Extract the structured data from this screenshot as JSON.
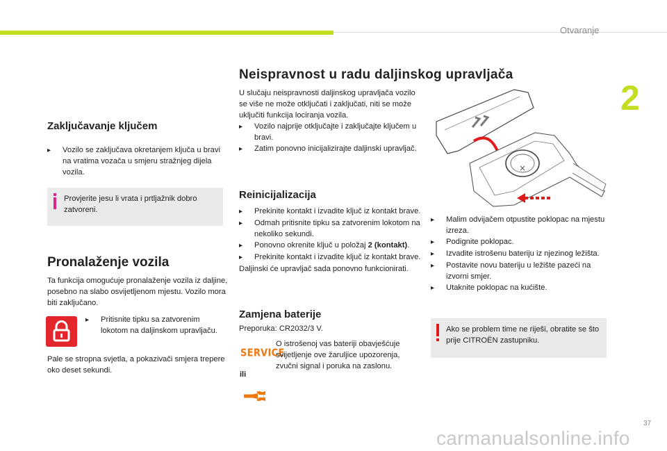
{
  "header": {
    "chapter_name": "Otvaranje",
    "chapter_number": "2"
  },
  "footer": {
    "page_number": "37",
    "watermark": "carmanualsonline.info"
  },
  "colors": {
    "accent": "#c5dd20",
    "info": "#e2228b",
    "warning": "#e01a1a",
    "lock_icon_bg": "#e3262c",
    "service": "#ee7a0f"
  },
  "left": {
    "lock_title": "Zaključavanje ključem",
    "lock_bullet": "Vozilo se zaključava okretanjem ključa u bravi na vratima vozača u smjeru stražnjeg dijela vozila.",
    "info_text": "Provjerite jesu li vrata i prtljažnik dobro zatvoreni.",
    "find_title": "Pronalaženje vozila",
    "find_text": "Ta funkcija omogućuje pronalaženje vozila iz daljine, posebno na slabo osvijetljenom mjestu. Vozilo mora biti zaključano.",
    "find_bullet": "Pritisnite tipku sa zatvorenim lokotom na daljinskom upravljaču.",
    "find_after": "Pale se stropna svjetla, a pokazivači smjera trepere oko deset sekundi."
  },
  "middle": {
    "main_title": "Neispravnost u radu daljinskog upravljača",
    "intro": "U slučaju neispravnosti daljinskog upravljača vozilo se više ne može otključati i zaključati, niti se može uključiti funkcija lociranja vozila.",
    "intro_bullets": [
      "Vozilo najprije otključajte i zaključajte ključem u bravi.",
      "Zatim ponovno inicijalizirajte daljinski upravljač."
    ],
    "reinit_title": "Reinicijalizacija",
    "reinit_b1": "Prekinite kontakt i izvadite ključ iz kontakt brave.",
    "reinit_b2": "Odmah pritisnite tipku sa zatvorenim lokotom na nekoliko sekundi.",
    "reinit_b3_pre": "Ponovno okrenite ključ u položaj ",
    "reinit_b3_bold": "2 (kontakt)",
    "reinit_b3_post": ".",
    "reinit_b4": "Prekinite kontakt i izvadite ključ iz kontakt brave.",
    "reinit_after": "Daljinski će upravljač sada ponovno funkcionirati.",
    "batt_title": "Zamjena baterije",
    "batt_ref": "Preporuka: CR2032/3 V.",
    "service_label": "SERVICE",
    "batt_text": "O istrošenoj vas bateriji obavješćuje svijetljenje ove žaruljice upozorenja, zvučni signal i poruka na zaslonu.",
    "ili": "ili"
  },
  "right": {
    "bullets": [
      "Malim odvijačem otpustite poklopac na mjestu izreza.",
      "Podignite poklopac.",
      "Izvadite istrošenu bateriju iz njezinog ležišta.",
      "Postavite novu bateriju u ležište pazeći na izvorni smjer.",
      "Utaknite poklopac na kućište."
    ],
    "warn_text": "Ako se problem time ne riješi, obratite se što prije CITROËN zastupniku."
  }
}
